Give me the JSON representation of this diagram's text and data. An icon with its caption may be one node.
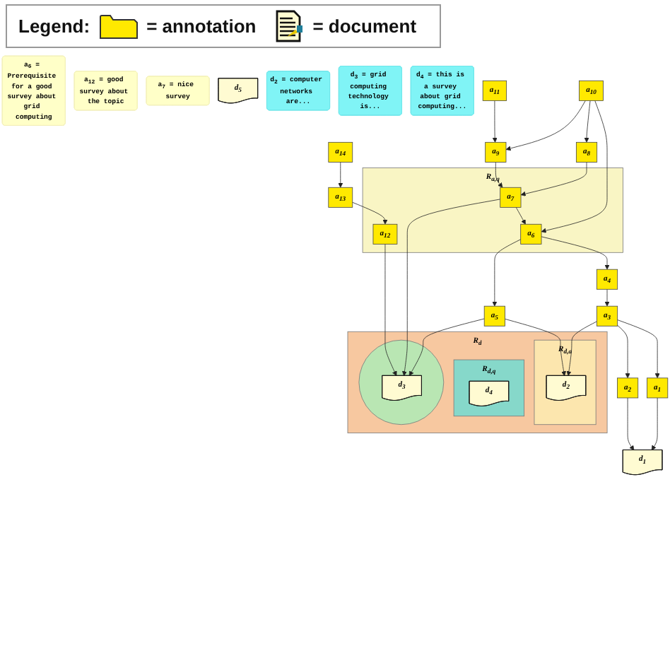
{
  "diagram": {
    "nodes": [
      {
        "text": [
          "a$_{4}$"
        ]
      },
      {
        "text": [
          "a$_{6}$ = Prerequisite for a good survey about grid computing"
        ]
      },
      {
        "text": [
          "a$_{10}$"
        ]
      },
      {
        "text": [
          "a$_{11}$"
        ]
      },
      {
        "text": [
          "a$_{14}$"
        ]
      },
      {
        "text": [
          "R$_{a,q}$"
        ]
      },
      {
        "text": [
          "a$_{3}$"
        ]
      },
      {
        "text": [
          "a$_{6}$"
        ],
        "in": 5
      },
      {
        "text": [
          "a$_{8}$"
        ]
      },
      {
        "text": [
          "a$_{9}$"
        ]
      },
      {
        "text": [
          "a$_{13}$"
        ]
      },
      {
        "text": [
          "a$_{1}$"
        ]
      },
      {
        "text": [
          "a$_{2}$"
        ]
      },
      {
        "text": [
          "a$_{5}$"
        ]
      },
      {
        "text": [
          "a$_{7}$"
        ],
        "in": 5
      },
      {
        "text": [
          "a$_{12}$"
        ],
        "in": 5
      },
      {
        "text": [
          "a$_{12}$ = good survey about the topic"
        ]
      },
      {
        "text": [
          "a$_{7}$ = nice survey"
        ]
      },
      {
        "text": [
          "R$_{d}$"
        ]
      },
      {
        "text": [
          "R$_{d,a}$"
        ],
        "in": 18
      },
      {
        "text": [
          "R$_{d,q}$"
        ],
        "in": 18
      },
      {
        "text": [
          "d$_{1}$"
        ]
      },
      {
        "text": [
          "d$_{2}$"
        ],
        "in": 19
      },
      {
        "text": [],
        "shape": "circle",
        "in": 18
      },
      {
        "text": [
          "d$_{3}$"
        ],
        "in": 23
      },
      {
        "text": [
          "d$_{4}$"
        ],
        "in": 20
      },
      {
        "text": [
          "d$_{5}$"
        ]
      },
      {
        "text": [
          "d$_{2}$ = computer networks are..."
        ]
      },
      {
        "text": [
          "d$_{3}$ = grid computing technology is..."
        ]
      },
      {
        "text": [
          "d$_{4}$ = this is a survey about grid computing..."
        ]
      }
    ],
    "edges": [
      {
        "from": 0,
        "to": 6,
        "arrow": "to"
      },
      {
        "from": 7,
        "to": 0,
        "arrow": "to"
      },
      {
        "from": 2,
        "to": 7,
        "arrow": "to"
      },
      {
        "from": 2,
        "to": 8,
        "arrow": "to"
      },
      {
        "from": 2,
        "to": 9,
        "arrow": "to"
      },
      {
        "from": 3,
        "to": 9,
        "arrow": "to"
      },
      {
        "from": 4,
        "to": 10,
        "arrow": "to"
      },
      {
        "from": 6,
        "to": 11,
        "arrow": "to"
      },
      {
        "from": 6,
        "to": 12,
        "arrow": "to"
      },
      {
        "from": 6,
        "to": 22,
        "arrow": "to"
      },
      {
        "from": 7,
        "to": 13,
        "arrow": "to"
      },
      {
        "from": 14,
        "to": 7,
        "arrow": "to"
      },
      {
        "from": 8,
        "to": 14,
        "arrow": "to"
      },
      {
        "from": 9,
        "to": 14,
        "arrow": "to"
      },
      {
        "from": 10,
        "to": 15,
        "arrow": "to"
      },
      {
        "from": 11,
        "to": 21,
        "arrow": "to"
      },
      {
        "from": 12,
        "to": 21,
        "arrow": "to"
      },
      {
        "from": 13,
        "to": 22,
        "arrow": "to"
      },
      {
        "from": 13,
        "to": 24,
        "arrow": "to"
      },
      {
        "from": 14,
        "to": 24,
        "arrow": "to"
      },
      {
        "from": 15,
        "to": 24,
        "arrow": "to"
      }
    ],
    "labels": [
      "Legend:"
    ],
    "legend": [
      {
        "text": "= annotation"
      },
      {
        "text": "= document"
      }
    ]
  }
}
